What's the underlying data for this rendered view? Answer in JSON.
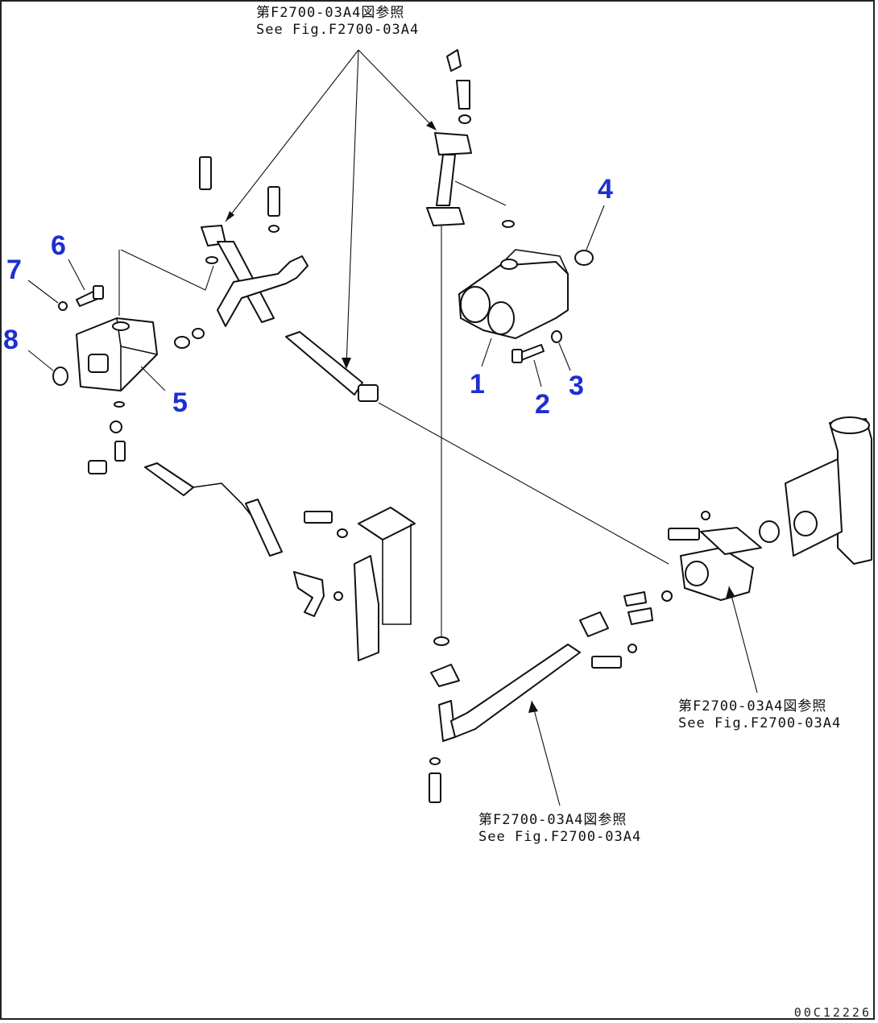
{
  "references": [
    {
      "line1": "第F2700-03A4図参照",
      "line2": "See Fig.F2700-03A4"
    },
    {
      "line1": "第F2700-03A4図参照",
      "line2": "See Fig.F2700-03A4"
    },
    {
      "line1": "第F2700-03A4図参照",
      "line2": "See Fig.F2700-03A4"
    }
  ],
  "part_numbers": [
    "1",
    "2",
    "3",
    "4",
    "5",
    "6",
    "7",
    "8"
  ],
  "drawing_id": "00C12226",
  "colors": {
    "callout": "#1d2fd0",
    "line": "#111111"
  }
}
